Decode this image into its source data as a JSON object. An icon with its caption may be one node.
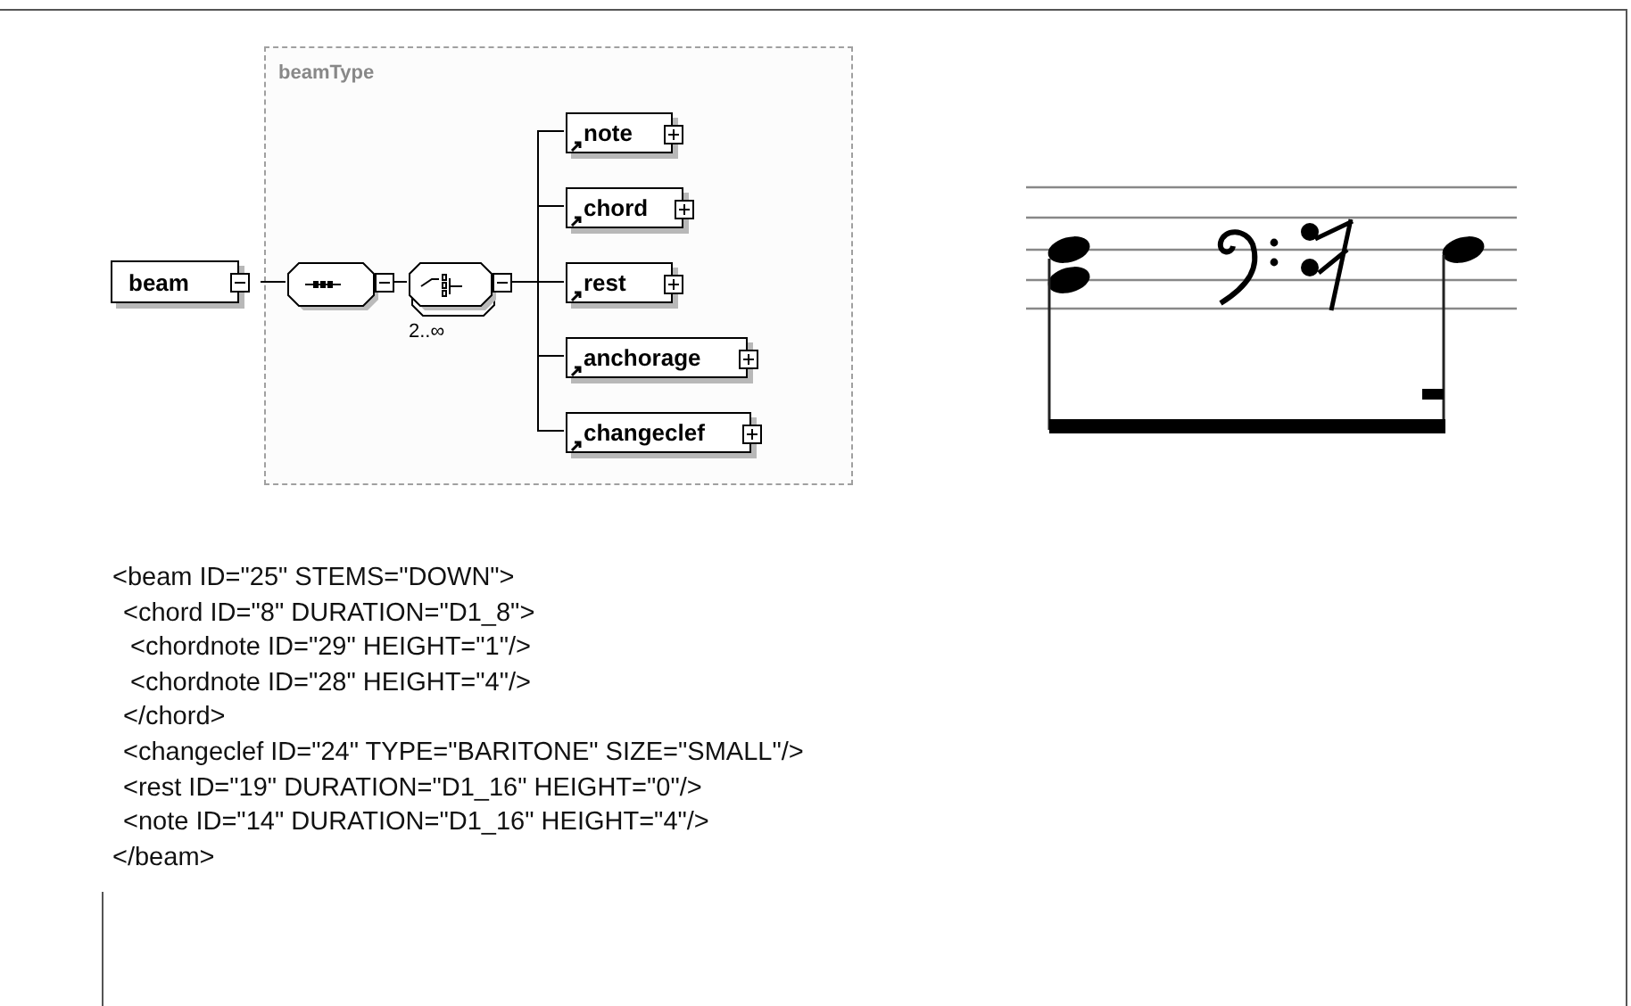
{
  "diagram": {
    "nodes": [
      {
        "text": [
          "beamType"
        ]
      },
      {
        "text": [
          "beam"
        ]
      },
      {
        "text": [],
        "shape": "octagon",
        "in": 0
      },
      {
        "text": [],
        "shape": "octagon",
        "in": 0,
        "beside": [
          "2..∞"
        ]
      },
      {
        "text": [
          "note"
        ],
        "in": 0
      },
      {
        "text": [
          "chord"
        ],
        "in": 0
      },
      {
        "text": [
          "rest"
        ],
        "in": 0
      },
      {
        "text": [
          "anchorage"
        ],
        "in": 0
      },
      {
        "text": [
          "changeclef"
        ],
        "in": 0
      }
    ],
    "edges": [
      {
        "from": 1,
        "to": 2,
        "arrow": "none"
      },
      {
        "from": 2,
        "to": 3,
        "arrow": "none"
      },
      {
        "from": 3,
        "to": 4,
        "arrow": "none"
      },
      {
        "from": 3,
        "to": 5,
        "arrow": "none"
      },
      {
        "from": 3,
        "to": 6,
        "arrow": "none"
      },
      {
        "from": 3,
        "to": 7,
        "arrow": "none"
      },
      {
        "from": 3,
        "to": 8,
        "arrow": "none"
      }
    ],
    "labels": [
      "<beam ID=\"25\" STEMS=\"DOWN\">",
      "<chord ID=\"8\" DURATION=\"D1_8\">",
      "<chordnote ID=\"29\" HEIGHT=\"1\"/>",
      "<chordnote ID=\"28\" HEIGHT=\"4\"/>",
      "</chord>",
      "<changeclef ID=\"24\" TYPE=\"BARITONE\" SIZE=\"SMALL\"/>",
      "<rest ID=\"19\" DURATION=\"D1_16\" HEIGHT=\"0\"/>",
      "<note ID=\"14\" DURATION=\"D1_16\" HEIGHT=\"4\"/>",
      "</beam>"
    ]
  }
}
